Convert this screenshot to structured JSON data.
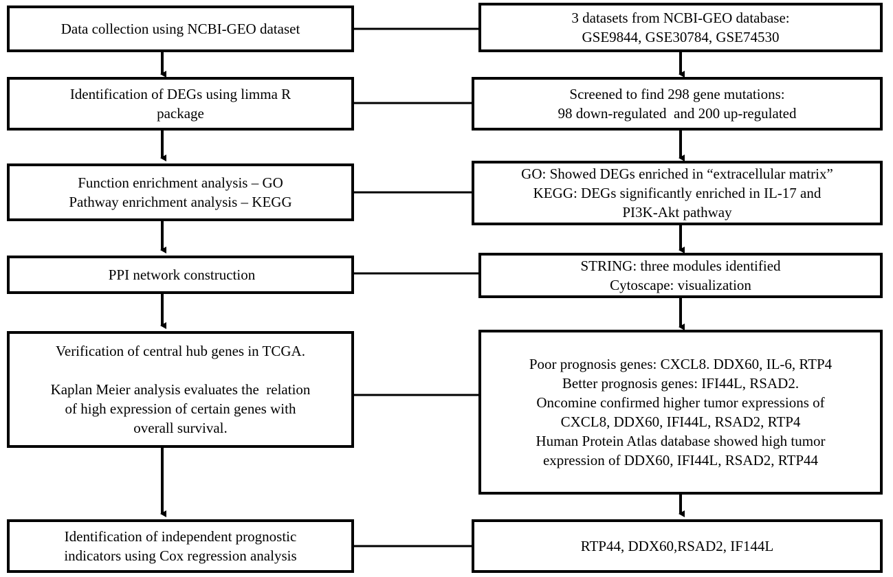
{
  "left_steps": [
    {
      "id": "step-data-collection",
      "lines": [
        "Data collection using NCBI-GEO dataset"
      ]
    },
    {
      "id": "step-deg-identification",
      "lines": [
        "Identification of DEGs using limma R",
        "package"
      ]
    },
    {
      "id": "step-enrichment",
      "lines": [
        "Function enrichment analysis – GO",
        "Pathway enrichment analysis – KEGG"
      ]
    },
    {
      "id": "step-ppi",
      "lines": [
        "PPI network construction"
      ]
    },
    {
      "id": "step-verification",
      "lines": [
        "Verification of central hub genes in TCGA.",
        "",
        "Kaplan Meier analysis evaluates the  relation",
        "of high expression of certain genes with",
        "overall survival."
      ]
    },
    {
      "id": "step-cox",
      "lines": [
        "Identification of independent prognostic",
        "indicators using Cox regression analysis"
      ]
    }
  ],
  "right_results": [
    {
      "id": "result-datasets",
      "lines": [
        "3 datasets from NCBI-GEO database:",
        "GSE9844, GSE30784, GSE74530"
      ]
    },
    {
      "id": "result-mutations",
      "lines": [
        "Screened to find 298 gene mutations:",
        "98 down-regulated  and 200 up-regulated"
      ]
    },
    {
      "id": "result-enrichment",
      "lines": [
        "GO: Showed DEGs enriched in “extracellular matrix”",
        "KEGG: DEGs significantly enriched in IL-17 and",
        "PI3K-Akt pathway"
      ]
    },
    {
      "id": "result-string",
      "lines": [
        "STRING: three modules identified",
        "Cytoscape: visualization"
      ]
    },
    {
      "id": "result-prognosis",
      "lines": [
        "Poor prognosis genes: CXCL8. DDX60, IL-6, RTP4",
        "Better prognosis genes: IFI44L, RSAD2.",
        "Oncomine confirmed higher tumor expressions of",
        "CXCL8, DDX60, IFI44L, RSAD2, RTP4",
        "Human Protein Atlas database showed high tumor",
        "expression of DDX60, IFI44L, RSAD2, RTP44"
      ]
    },
    {
      "id": "result-indicators",
      "lines": [
        "RTP44, DDX60,RSAD2, IF144L"
      ]
    }
  ]
}
